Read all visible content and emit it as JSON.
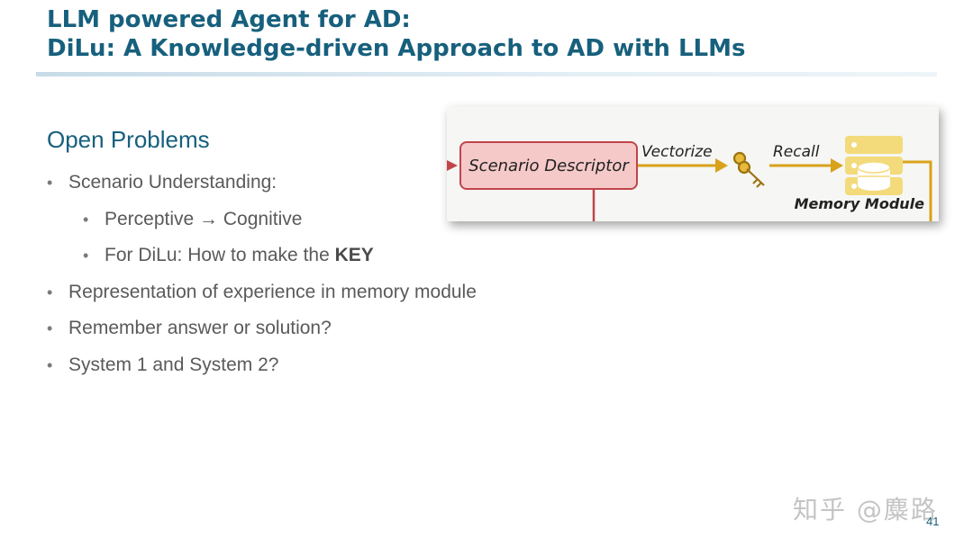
{
  "slide": {
    "title_line1": "LLM powered Agent for AD:",
    "title_line2": "DiLu: A Knowledge-driven Approach to AD with LLMs",
    "section_heading": "Open Problems",
    "bullets": [
      {
        "level": 1,
        "text": "Scenario Understanding:"
      },
      {
        "level": 2,
        "text": "Perceptive → Cognitive"
      },
      {
        "level": 2,
        "text": "For DiLu: How to make the ",
        "bold": "KEY"
      },
      {
        "level": 1,
        "text": "Representation of experience in memory module"
      },
      {
        "level": 1,
        "text": "Remember answer or solution?"
      },
      {
        "level": 1,
        "text": "System 1 and System 2?"
      }
    ],
    "page_number": "41",
    "watermark": "知乎 @麋路"
  },
  "diagram": {
    "scenario_box_label": "Scenario Descriptor",
    "vectorize_label": "Vectorize",
    "recall_label": "Recall",
    "memory_label": "Memory Module",
    "icons": [
      "key-icon",
      "database-icon"
    ],
    "colors": {
      "box_fill": "#f6c9c9",
      "box_stroke": "#c0454b",
      "arrow": "#d9a21b",
      "db": "#f3da7b"
    }
  }
}
